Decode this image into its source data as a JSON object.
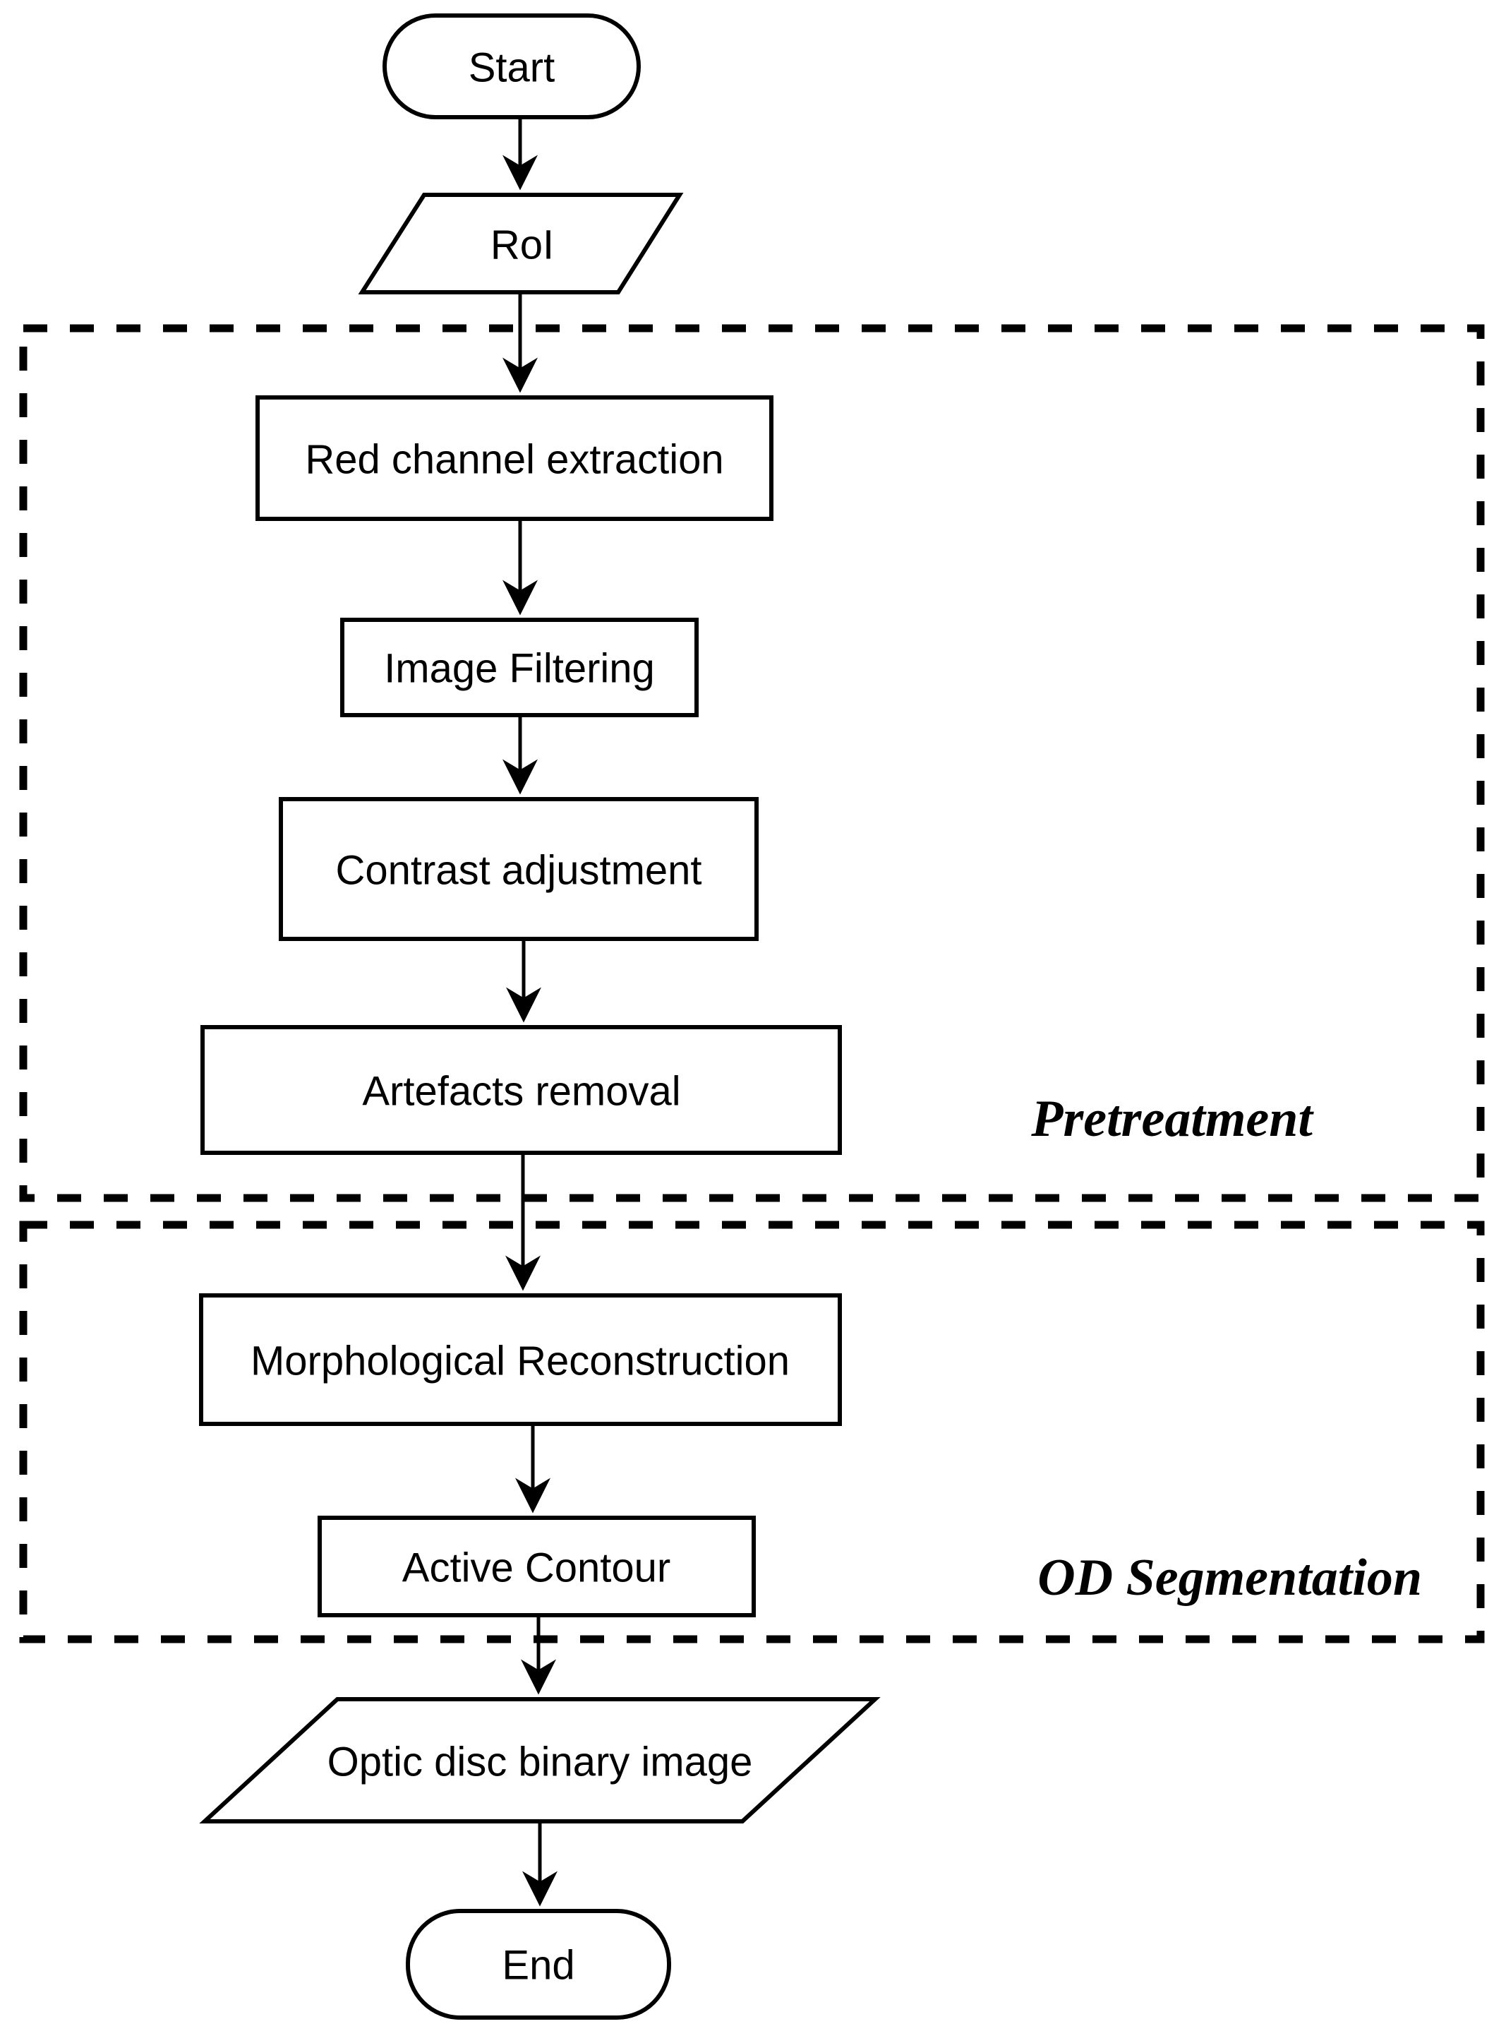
{
  "flowchart": {
    "nodes": {
      "start": {
        "label": "Start",
        "shape": "terminator"
      },
      "roi": {
        "label": "RoI",
        "shape": "data-parallelogram"
      },
      "red_channel_extraction": {
        "label": "Red channel extraction",
        "shape": "process"
      },
      "image_filtering": {
        "label": "Image Filtering",
        "shape": "process"
      },
      "contrast_adjustment": {
        "label": "Contrast adjustment",
        "shape": "process"
      },
      "artefacts_removal": {
        "label": "Artefacts removal",
        "shape": "process"
      },
      "morphological_reconstruction": {
        "label": "Morphological Reconstruction",
        "shape": "process"
      },
      "active_contour": {
        "label": "Active Contour",
        "shape": "process"
      },
      "optic_disc_binary_image": {
        "label": "Optic disc binary image",
        "shape": "data-parallelogram"
      },
      "end": {
        "label": "End",
        "shape": "terminator"
      }
    },
    "regions": {
      "pretreatment": {
        "label": "Pretreatment",
        "contains": [
          "red_channel_extraction",
          "image_filtering",
          "contrast_adjustment",
          "artefacts_removal"
        ]
      },
      "od_segmentation": {
        "label": "OD Segmentation",
        "contains": [
          "morphological_reconstruction",
          "active_contour"
        ]
      }
    },
    "edges": [
      {
        "from": "start",
        "to": "roi"
      },
      {
        "from": "roi",
        "to": "red_channel_extraction"
      },
      {
        "from": "red_channel_extraction",
        "to": "image_filtering"
      },
      {
        "from": "image_filtering",
        "to": "contrast_adjustment"
      },
      {
        "from": "contrast_adjustment",
        "to": "artefacts_removal"
      },
      {
        "from": "artefacts_removal",
        "to": "morphological_reconstruction"
      },
      {
        "from": "morphological_reconstruction",
        "to": "active_contour"
      },
      {
        "from": "active_contour",
        "to": "optic_disc_binary_image"
      },
      {
        "from": "optic_disc_binary_image",
        "to": "end"
      }
    ],
    "colors": {
      "stroke": "#000000",
      "background": "#ffffff"
    }
  }
}
